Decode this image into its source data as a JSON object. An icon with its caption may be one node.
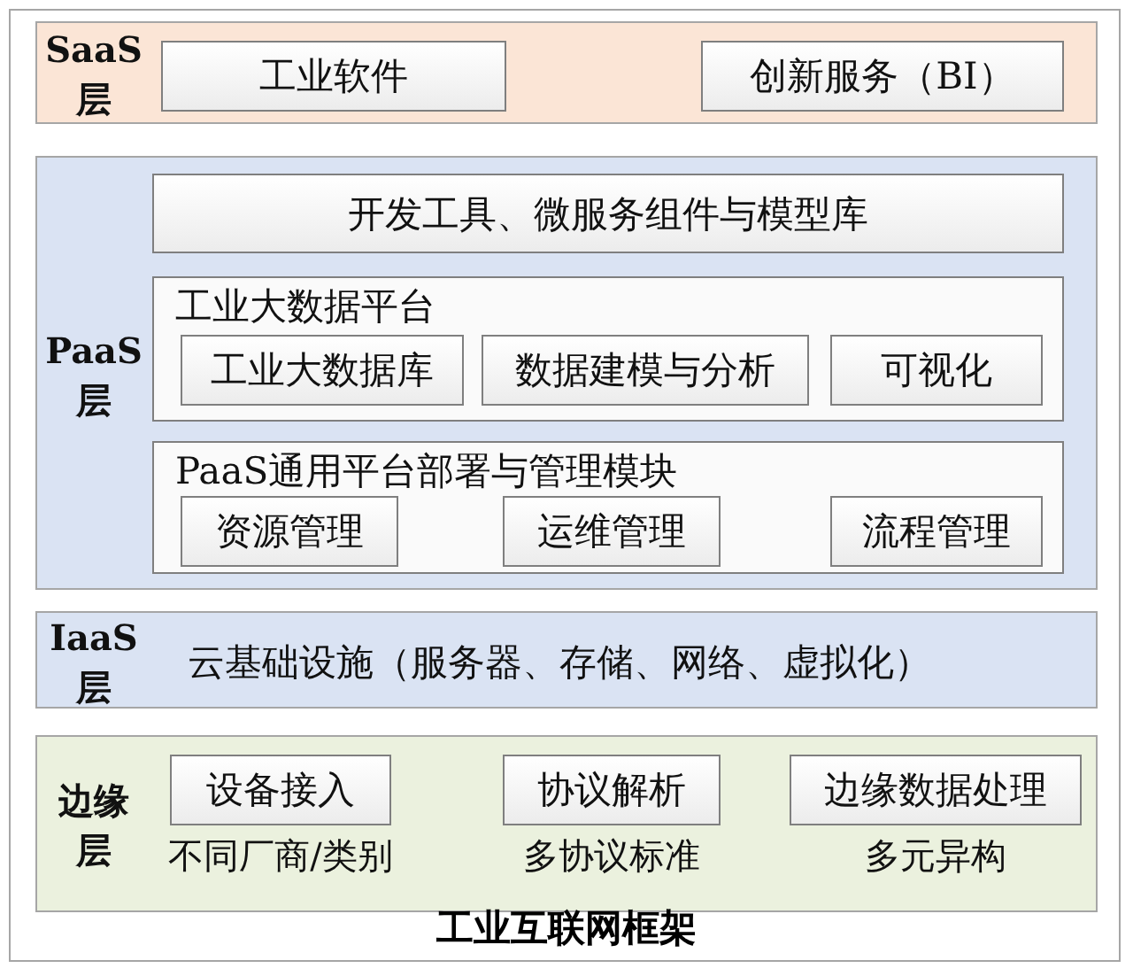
{
  "diagram": {
    "caption": "工业互联网框架",
    "nodes": [
      {
        "text": [
          "SaaS层"
        ]
      },
      {
        "text": [
          "工业软件"
        ],
        "in": 0
      },
      {
        "text": [
          "创新服务（BI）"
        ],
        "in": 0
      },
      {
        "text": [
          "PaaS层"
        ]
      },
      {
        "text": [
          "开发工具、微服务组件与模型库"
        ],
        "in": 3
      },
      {
        "text": [
          "工业大数据平台"
        ],
        "in": 3
      },
      {
        "text": [
          "工业大数据库"
        ],
        "in": 5
      },
      {
        "text": [
          "数据建模与分析"
        ],
        "in": 5
      },
      {
        "text": [
          "可视化"
        ],
        "in": 5
      },
      {
        "text": [
          "PaaS通用平台部署与管理模块"
        ],
        "in": 3
      },
      {
        "text": [
          "资源管理"
        ],
        "in": 9
      },
      {
        "text": [
          "运维管理"
        ],
        "in": 9
      },
      {
        "text": [
          "流程管理"
        ],
        "in": 9
      },
      {
        "text": [
          "IaaS层",
          "云基础设施（服务器、存储、网络、虚拟化）"
        ]
      },
      {
        "text": [
          "边缘层"
        ]
      },
      {
        "text": [
          "设备接入"
        ],
        "in": 14,
        "beside": [
          "不同厂商/类别"
        ]
      },
      {
        "text": [
          "协议解析"
        ],
        "in": 14,
        "beside": [
          "多协议标准"
        ]
      },
      {
        "text": [
          "边缘数据处理"
        ],
        "in": 14,
        "beside": [
          "多元异构"
        ]
      }
    ],
    "edges": []
  }
}
